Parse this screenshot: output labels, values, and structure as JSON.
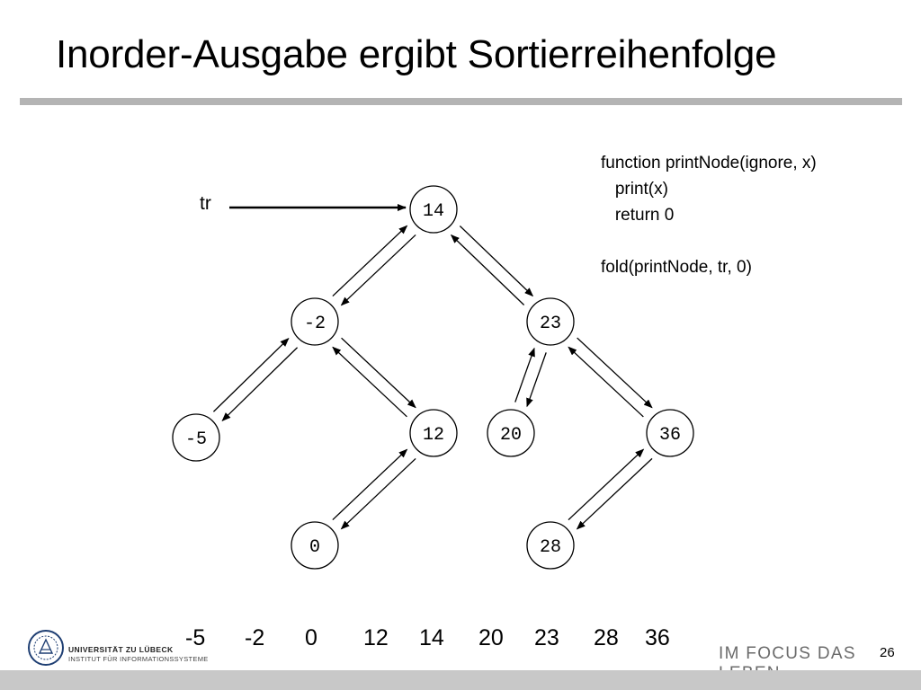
{
  "slide": {
    "title": "Inorder-Ausgabe ergibt Sortierreihenfolge",
    "page_number": "26",
    "tagline": "IM FOCUS DAS LEBEN"
  },
  "logo": {
    "university": "UNIVERSITÄT ZU LÜBECK",
    "institute": "INSTITUT FÜR INFORMATIONSSYSTEME"
  },
  "code": {
    "lines": [
      "function printNode(ignore, x)",
      "   print(x)",
      "   return 0",
      "",
      "fold(printNode, tr, 0)"
    ]
  },
  "tree": {
    "pointer_label": "tr",
    "nodes": {
      "n14": "14",
      "nm2": "-2",
      "n23": "23",
      "nm5": "-5",
      "n12": "12",
      "n20": "20",
      "n36": "36",
      "n0": "0",
      "n28": "28"
    },
    "edges": [
      [
        "n14",
        "nm2"
      ],
      [
        "n14",
        "n23"
      ],
      [
        "nm2",
        "nm5"
      ],
      [
        "nm2",
        "n12"
      ],
      [
        "n12",
        "n0"
      ],
      [
        "n23",
        "n20"
      ],
      [
        "n23",
        "n36"
      ],
      [
        "n36",
        "n28"
      ]
    ]
  },
  "output": [
    "-5",
    "-2",
    "0",
    "12",
    "14",
    "20",
    "23",
    "28",
    "36"
  ]
}
